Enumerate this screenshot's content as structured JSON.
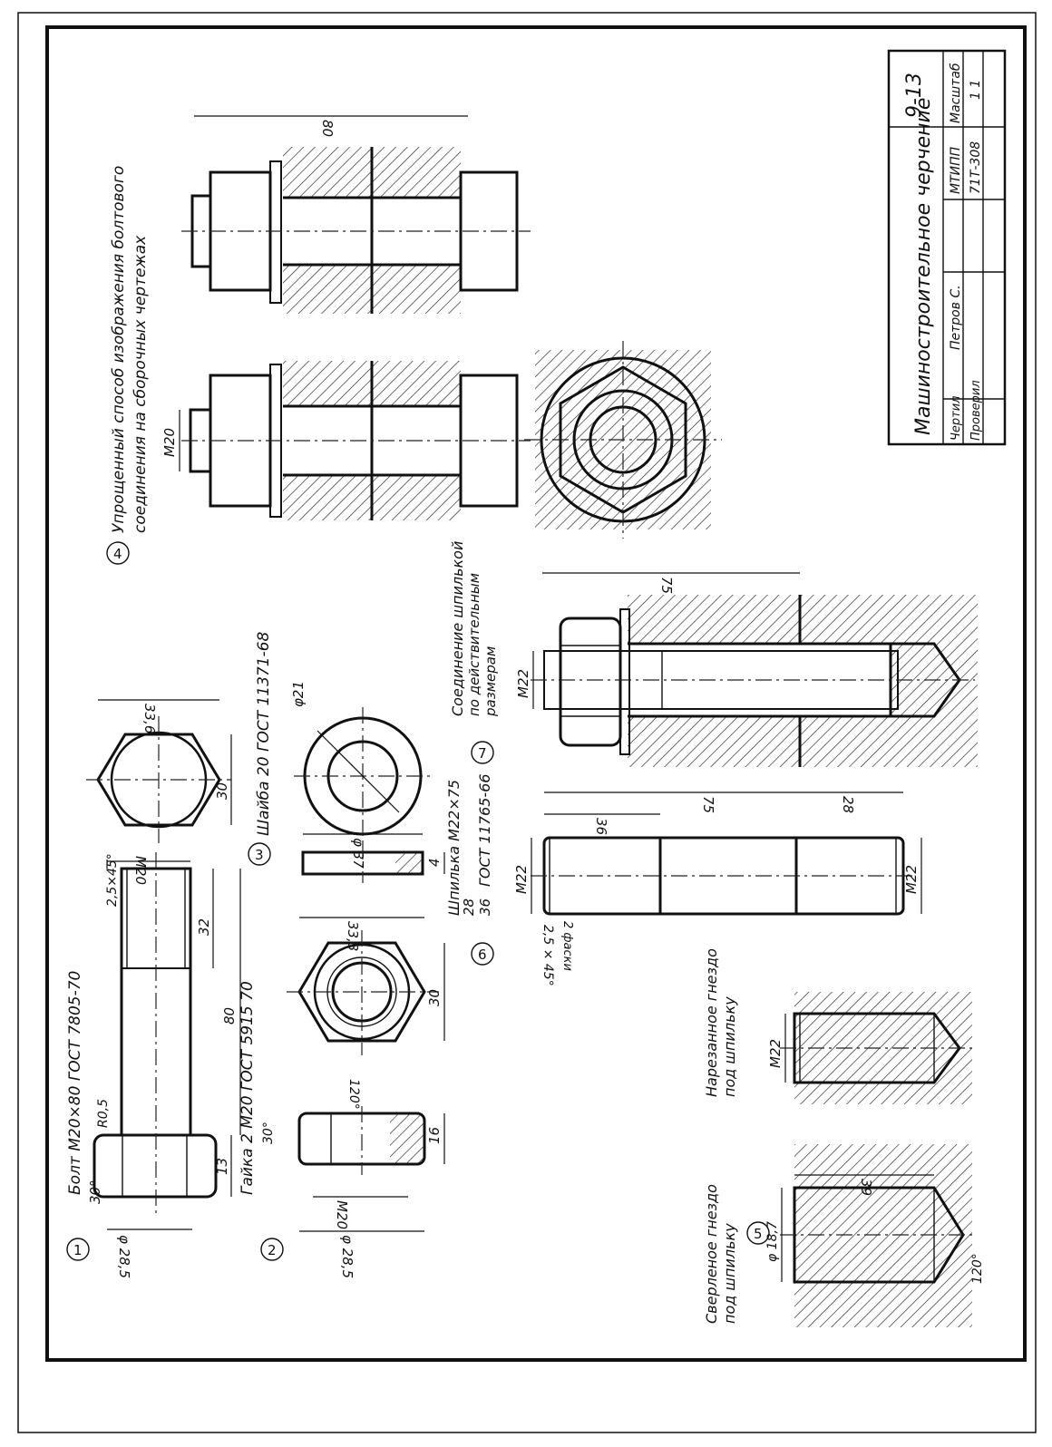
{
  "title_block": {
    "sheet_number": "9-13",
    "title": "Машиностроительное черчение",
    "scale_label": "Масштаб",
    "scale_value": "1 1",
    "drawn_label": "Чертил",
    "drawn_name": "Петров С.",
    "checked_label": "Проверил",
    "institution": "МТИПП",
    "group": "71Т-308"
  },
  "items": {
    "n1": "1",
    "n2": "2",
    "n3": "3",
    "n4": "4",
    "n5": "5",
    "n6": "6",
    "n7": "7"
  },
  "captions": {
    "bolt": "Болт М20×80  ГОСТ 7805-70",
    "nut": "Гайка 2 М20  ГОСТ 5915  70",
    "washer": "Шайба 20 ГОСТ 11371-68",
    "stud_line1": "Шпилька   М22×75",
    "stud_line2": "ГОСТ 11765-66",
    "stud_fraction_top": "28",
    "stud_fraction_bottom": "36",
    "stud_conn_line1": "Соединение шпилькой",
    "stud_conn_line2": "по действительным",
    "stud_conn_line3": "размерам",
    "simplified_line1": "Упрощенный  способ   изображения  болтового",
    "simplified_line2": "соединения  на  сборочных  чертежах",
    "threaded_hole_line1": "Нарезанное гнездо",
    "threaded_hole_line2": "под шпильку",
    "drilled_hole_line1": "Сверленое гнездо",
    "drilled_hole_line2": "под шпильку"
  },
  "dimensions": {
    "bolt_angle": "30°",
    "bolt_r": "R0,5",
    "bolt_d": "φ 28,5",
    "bolt_head": "13",
    "bolt_length": "80",
    "bolt_thread_len": "32",
    "bolt_chamfer": "2,5×45°",
    "bolt_m": "М20",
    "bolt_hex_w": "30",
    "bolt_hex_d": "33,6",
    "nut_angle": "30°",
    "nut_120": "120°",
    "nut_h": "16",
    "nut_d": "φ 28,5",
    "nut_m": "М20",
    "nut_w": "30",
    "nut_hex_d": "33,3",
    "washer_t": "4",
    "washer_d": "φ 37",
    "washer_id": "φ21",
    "stud_m_left": "М22",
    "stud_m_right": "М22",
    "stud_36": "36",
    "stud_75": "75",
    "stud_28": "28",
    "stud_2ch": "2 фаски",
    "stud_chamfer": "2,5 × 45°",
    "conn_m": "М22",
    "conn_75": "75",
    "th_m": "М22",
    "dr_d": "φ 18,7",
    "dr_39": "39",
    "dr_120": "120°",
    "simp_m": "М20",
    "simp_80": "80"
  }
}
